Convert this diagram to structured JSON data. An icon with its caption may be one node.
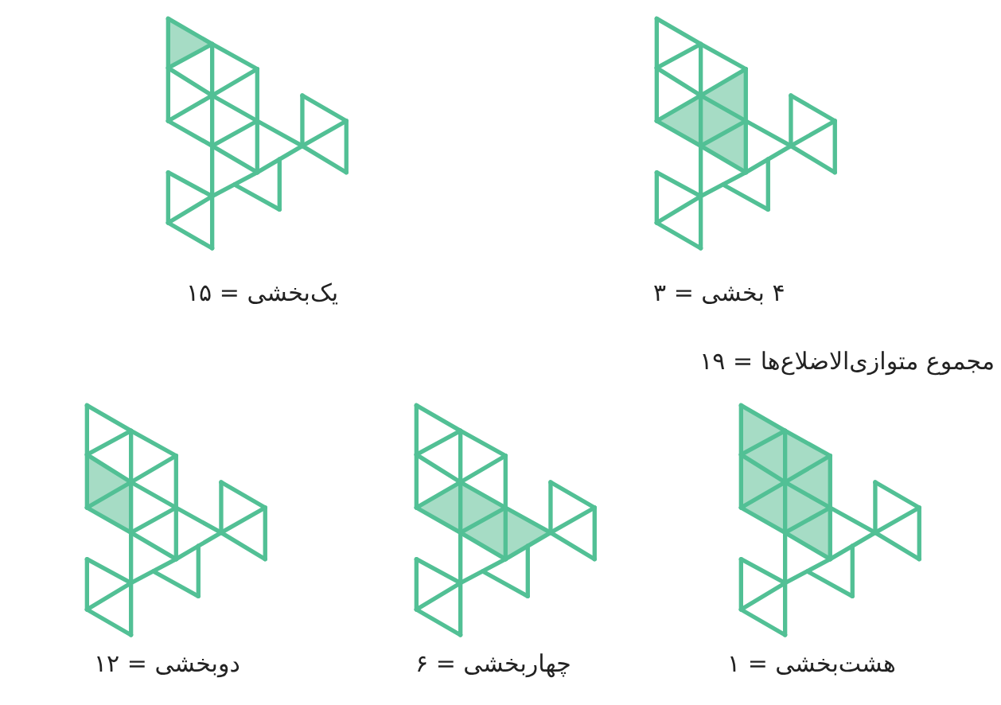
{
  "diagram": {
    "labels": [
      "۴ بخشی = ۳",
      "یک‌بخشی = ۱۵",
      "مجموع متوازی‌الاضلاع‌ها = ۱۹",
      "هشت‌بخشی = ۱",
      "چهاربخشی = ۶",
      "دوبخشی = ۱۲"
    ]
  }
}
